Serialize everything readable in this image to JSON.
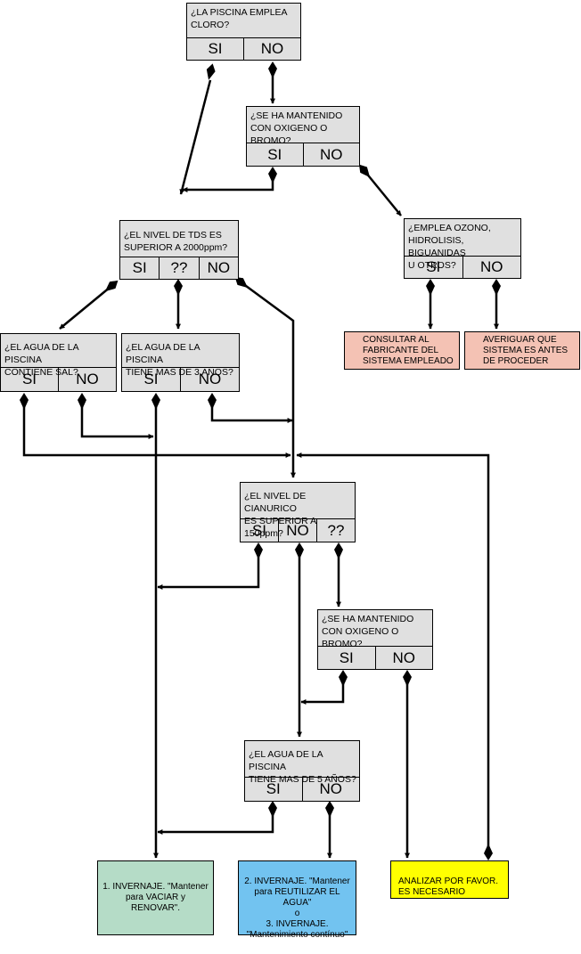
{
  "questions": {
    "q1": {
      "text": "¿LA PISCINA EMPLEA\nCLORO?",
      "options": [
        "SI",
        "NO"
      ]
    },
    "q2": {
      "text": "¿SE HA MANTENIDO\nCON OXIGENO O\nBROMO?",
      "options": [
        "SI",
        "NO"
      ]
    },
    "q3": {
      "text": "¿EL NIVEL DE TDS ES\nSUPERIOR A 2000ppm?",
      "options": [
        "SI",
        "??",
        "NO"
      ]
    },
    "q4": {
      "text": "¿EMPLEA OZONO,\nHIDROLISIS, BIGUANIDAS\nU OTROS?",
      "options": [
        "SI",
        "NO"
      ]
    },
    "q5": {
      "text": "¿EL AGUA DE LA PISCINA\nCONTIENE SAL?",
      "options": [
        "SI",
        "NO"
      ]
    },
    "q6": {
      "text": "¿EL AGUA DE LA PISCINA\nTIENE MAS DE 3 AÑOS?",
      "options": [
        "SI",
        "NO"
      ]
    },
    "q7": {
      "text": "¿EL NIVEL DE CIANURICO\nES SUPERIOR A 150ppm?",
      "options": [
        "SI",
        "NO",
        "??"
      ]
    },
    "q8": {
      "text": "¿SE HA MANTENIDO\nCON OXIGENO O\nBROMO?",
      "options": [
        "SI",
        "NO"
      ]
    },
    "q9": {
      "text": "¿EL AGUA DE LA PISCINA\nTIENE MAS DE 5 AÑOS?",
      "options": [
        "SI",
        "NO"
      ]
    }
  },
  "results": {
    "consultar": {
      "text": "CONSULTAR AL\nFABRICANTE DEL\nSISTEMA EMPLEADO",
      "color": "#f4c2b4"
    },
    "averiguar": {
      "text": "AVERIGUAR QUE\nSISTEMA ES ANTES\nDE PROCEDER",
      "color": "#f4c2b4"
    },
    "vaciar": {
      "text": "1. INVERNAJE. \"Mantener\npara VACIAR y RENOVAR\".",
      "color": "#b5dcc7"
    },
    "reutilizar": {
      "line1": "2. INVERNAJE. \"Mantener",
      "line2": "para REUTILIZAR EL AGUA\"",
      "line3": "o",
      "line4": "3. INVERNAJE.",
      "line5": "\"Mantenimiento contínuo\"",
      "color": "#72c3f0"
    },
    "analizar": {
      "text": "ANALIZAR POR FAVOR.\nES NECESARIO",
      "color": "#ffff00"
    }
  },
  "colors": {
    "question_bg": "#e0e0e0",
    "line": "#000000"
  }
}
